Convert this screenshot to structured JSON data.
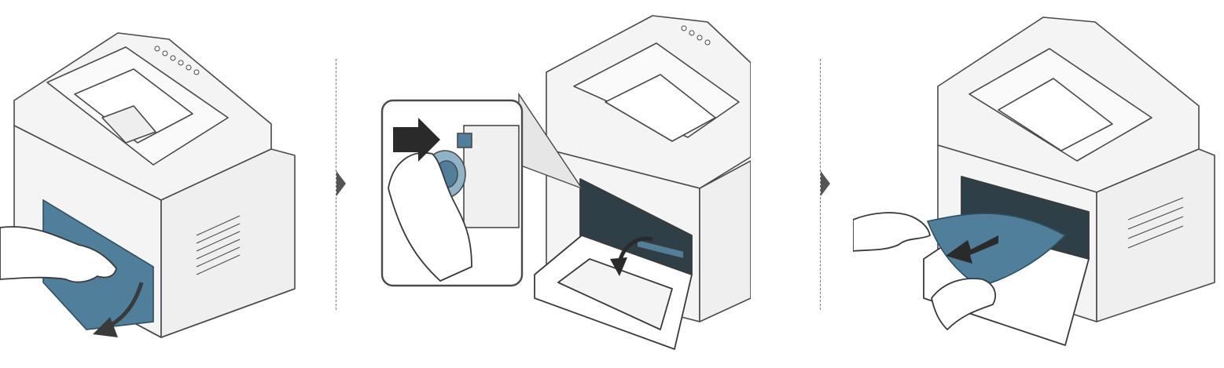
{
  "colors": {
    "outline": "#4a4a4a",
    "body_fill": "#f4f4f4",
    "panel_fill": "#ffffff",
    "accent_blue": "#4f7f9a",
    "accent_blue_light": "#8fb3c7",
    "divider": "#7a7a7a",
    "step_arrow": "#555555",
    "motion_arrow": "#3a3a3a"
  },
  "steps": [
    {
      "id": "open-rear-cover",
      "icons": [
        "printer-icon",
        "hand-icon",
        "rear-cover-icon",
        "curved-arrow-down-icon"
      ]
    },
    {
      "id": "lower-fuser-lever",
      "icons": [
        "printer-icon",
        "zoom-callout-icon",
        "hand-icon",
        "fuser-lever-icon",
        "push-arrow-icon",
        "curved-arrow-down-icon"
      ]
    },
    {
      "id": "pull-jammed-paper",
      "icons": [
        "printer-icon",
        "hand-icon",
        "jammed-paper-icon",
        "pull-arrow-icon"
      ]
    }
  ]
}
